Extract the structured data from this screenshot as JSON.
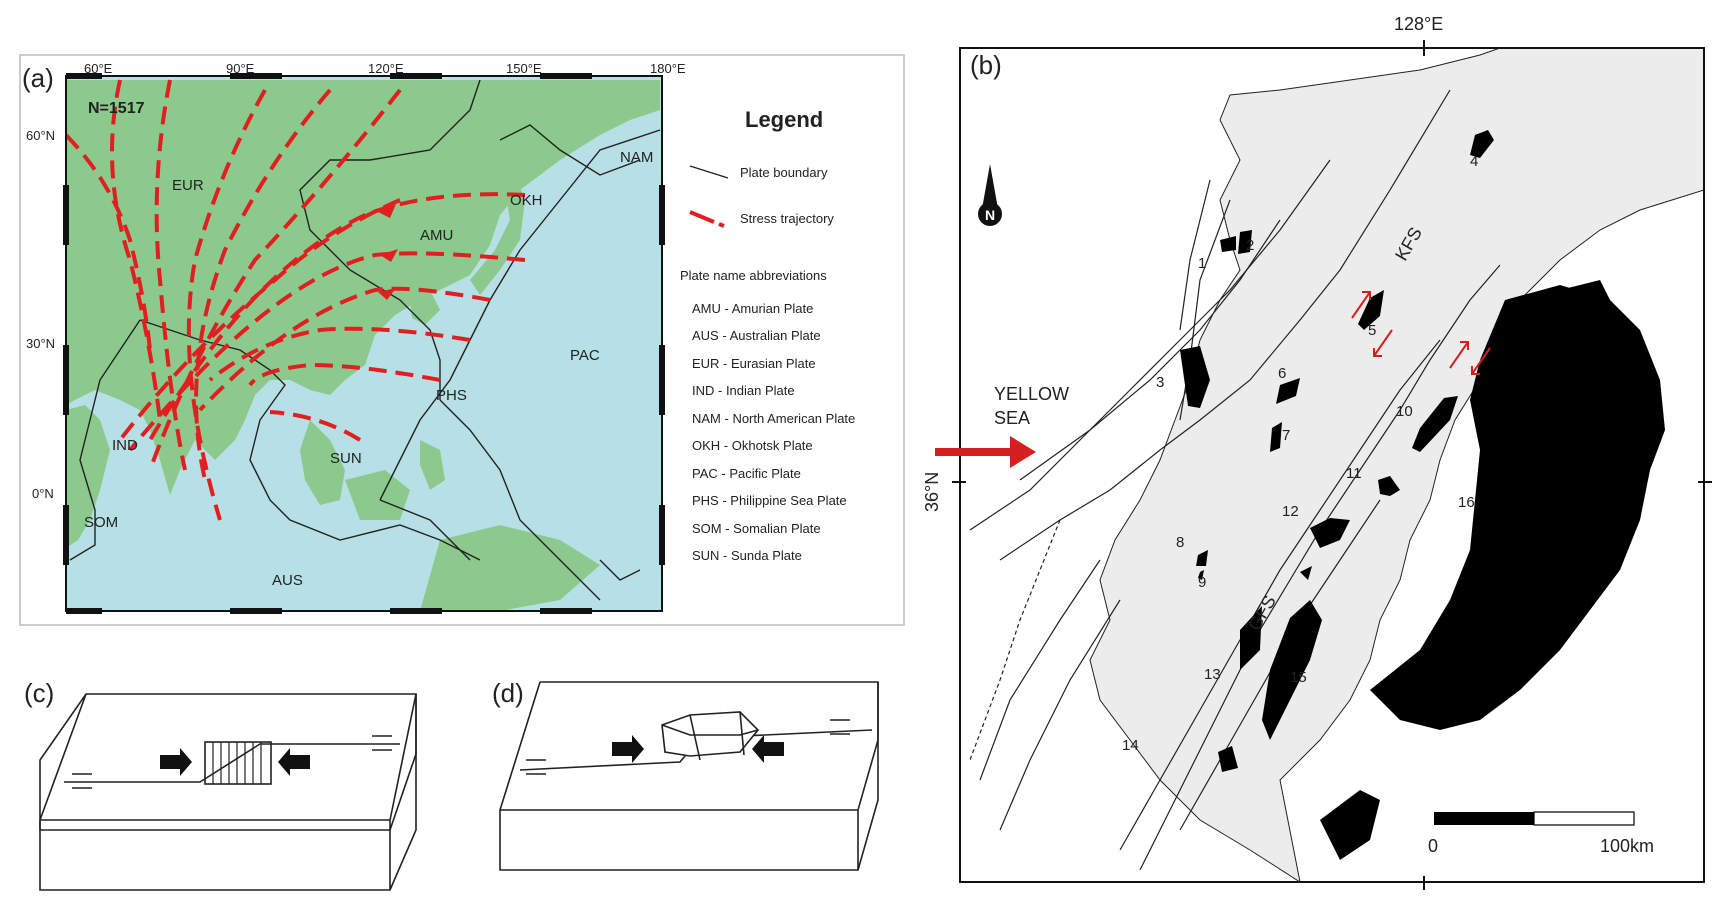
{
  "panel_a": {
    "label": "(a)",
    "count": "N=1517",
    "lon_labels": [
      "60°E",
      "90°E",
      "120°E",
      "150°E",
      "180°E"
    ],
    "lat_labels": [
      "60°N",
      "30°N",
      "0°N"
    ],
    "plates": {
      "eur": "EUR",
      "amu": "AMU",
      "okh": "OKH",
      "nam": "NAM",
      "pac": "PAC",
      "phs": "PHS",
      "sun": "SUN",
      "ind": "IND",
      "som": "SOM",
      "aus": "AUS"
    },
    "legend": {
      "title": "Legend",
      "plate_boundary": "Plate boundary",
      "stress_trajectory": "Stress trajectory",
      "abbrev_title": "Plate name abbreviations",
      "abbreviations": [
        "AMU - Amurian Plate",
        "AUS - Australian Plate",
        "EUR - Eurasian Plate",
        "IND - Indian Plate",
        "NAM - North American Plate",
        "OKH - Okhotsk Plate",
        "PAC - Pacific Plate",
        "PHS - Philippine Sea Plate",
        "SOM - Somalian Plate",
        "SUN - Sunda Plate"
      ]
    },
    "colors": {
      "land": "#8cc98c",
      "sea": "#b7dfe6",
      "stress": "#e02020"
    }
  },
  "panel_b": {
    "label": "(b)",
    "lon_label": "128°E",
    "lat_label": "36°N",
    "sea_label_1": "YELLOW",
    "sea_label_2": "SEA",
    "north_symbol": "N",
    "fault_kfs": "KFS",
    "fault_gfs": "GFS",
    "basin_numbers": [
      "1",
      "2",
      "3",
      "4",
      "5",
      "6",
      "7",
      "8",
      "9",
      "10",
      "11",
      "12",
      "13",
      "14",
      "15",
      "16"
    ],
    "scale_start": "0",
    "scale_end": "100km",
    "colors": {
      "land": "#ececec",
      "basin": "#000000",
      "arrow": "#d42020"
    }
  },
  "panel_c": {
    "label": "(c)"
  },
  "panel_d": {
    "label": "(d)"
  }
}
